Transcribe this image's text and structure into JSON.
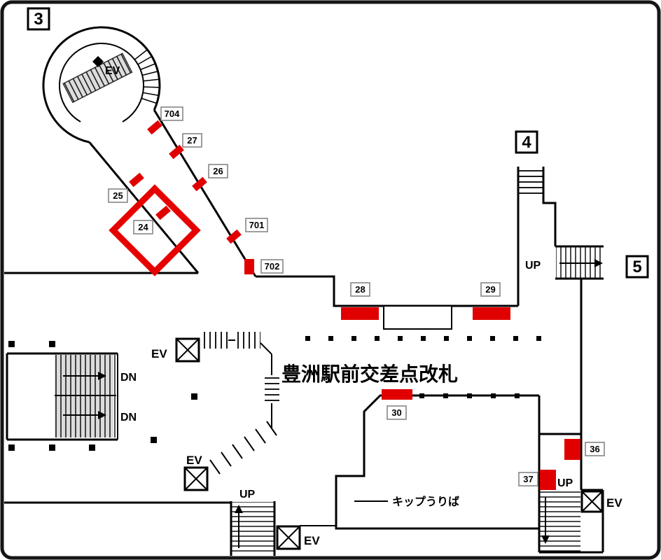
{
  "map": {
    "title": "豊洲駅前交差点改札",
    "ticket_office_label": "キップうりば",
    "exits": {
      "e3": "3",
      "e4": "4",
      "e5": "5"
    },
    "markers": {
      "m704": "704",
      "m27": "27",
      "m26": "26",
      "m25": "25",
      "m24": "24",
      "m701": "701",
      "m702": "702",
      "m28": "28",
      "m29": "29",
      "m30": "30",
      "m36": "36",
      "m37": "37"
    },
    "labels": {
      "elevator": "EV",
      "up": "UP",
      "down": "DN"
    },
    "highlighted_marker": "24",
    "colors": {
      "marker_red": "#e00000",
      "highlight_red": "#e60000",
      "wall": "#000000",
      "stair_gray": "#dcdcdc",
      "label_border": "#858585"
    }
  }
}
